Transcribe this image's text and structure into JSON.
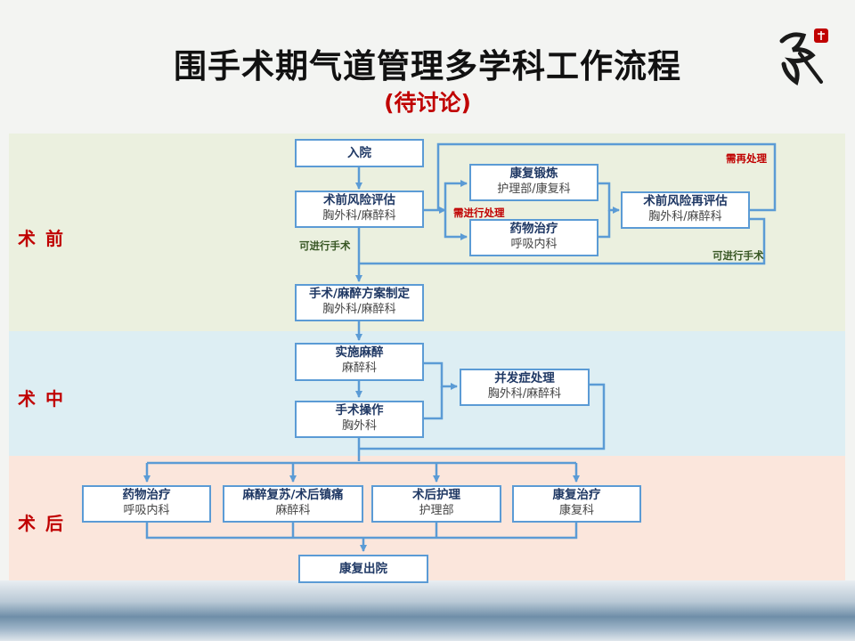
{
  "title": "围手术期气道管理多学科工作流程",
  "subtitle": "(待讨论)",
  "phases": {
    "pre": "术 前",
    "intra": "术 中",
    "post": "术 后"
  },
  "nodes": {
    "admission": {
      "title": "入院"
    },
    "risk_assessment": {
      "title": "术前风险评估",
      "dept": "胸外科/麻醉科"
    },
    "rehab_exercise": {
      "title": "康复锻炼",
      "dept": "护理部/康复科"
    },
    "drug_therapy_pre": {
      "title": "药物治疗",
      "dept": "呼吸内科"
    },
    "risk_reassessment": {
      "title": "术前风险再评估",
      "dept": "胸外科/麻醉科"
    },
    "plan": {
      "title": "手术/麻醉方案制定",
      "dept": "胸外科/麻醉科"
    },
    "anesthesia": {
      "title": "实施麻醉",
      "dept": "麻醉科"
    },
    "operation": {
      "title": "手术操作",
      "dept": "胸外科"
    },
    "complication": {
      "title": "并发症处理",
      "dept": "胸外科/麻醉科"
    },
    "drug_therapy_post": {
      "title": "药物治疗",
      "dept": "呼吸内科"
    },
    "recovery": {
      "title": "麻醉复苏/术后镇痛",
      "dept": "麻醉科"
    },
    "nursing": {
      "title": "术后护理",
      "dept": "护理部"
    },
    "rehab_therapy": {
      "title": "康复治疗",
      "dept": "康复科"
    },
    "discharge": {
      "title": "康复出院"
    }
  },
  "labels": {
    "surgery_ok_1": "可进行手术",
    "needs_treatment": "需进行处理",
    "needs_retreat": "需再处理",
    "surgery_ok_2": "可进行手术"
  },
  "colors": {
    "accent_red": "#c00000",
    "node_border": "#5b9bd5",
    "node_title": "#1f3864",
    "pre_band": "#ebf0df",
    "intra_band": "#ddeef3",
    "post_band": "#fbe6dc",
    "label_green": "#375623"
  }
}
